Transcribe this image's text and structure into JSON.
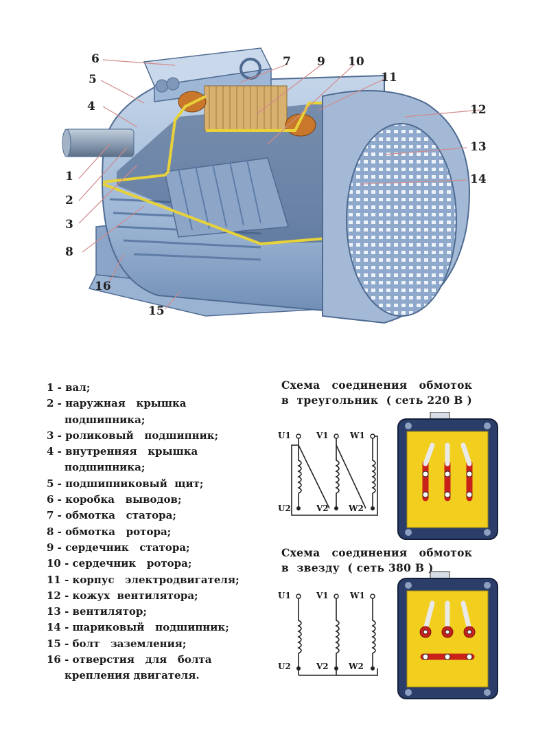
{
  "callouts": [
    "1",
    "2",
    "3",
    "4",
    "5",
    "6",
    "7",
    "8",
    "9",
    "10",
    "11",
    "12",
    "13",
    "14",
    "15",
    "16"
  ],
  "legend": [
    {
      "num": "1 - ",
      "text": "вал;"
    },
    {
      "num": "2 - ",
      "text": "наружная   крышка",
      "cont": "подшипника;"
    },
    {
      "num": "3 - ",
      "text": "роликовый   подшипник;"
    },
    {
      "num": "4 - ",
      "text": "внутренняя   крышка",
      "cont": "подшипника;"
    },
    {
      "num": "5 - ",
      "text": "подшипниковый  щит;"
    },
    {
      "num": "6 - ",
      "text": "коробка   выводов;"
    },
    {
      "num": "7 - ",
      "text": "обмотка   статора;"
    },
    {
      "num": "8 - ",
      "text": "обмотка   ротора;"
    },
    {
      "num": "9 - ",
      "text": "сердечник   статора;"
    },
    {
      "num": "10 - ",
      "text": "сердечник   ротора;"
    },
    {
      "num": "11 - ",
      "text": "корпус   электродвигателя;"
    },
    {
      "num": "12 - ",
      "text": "кожух  вентилятора;"
    },
    {
      "num": "13 - ",
      "text": "вентилятор;"
    },
    {
      "num": "14 - ",
      "text": "шариковый   подшипник;"
    },
    {
      "num": "15 - ",
      "text": "болт   заземления;"
    },
    {
      "num": "16 - ",
      "text": "отверстия   для   болта",
      "cont": "крепления   двигателя."
    }
  ],
  "delta_scheme": {
    "title_line1": "Схема   соединения   обмоток",
    "title_line2": "в  треугольник  ( сеть 220 В )"
  },
  "star_scheme": {
    "title_line1": "Схема   соединения   обмоток",
    "title_line2": "в  звезду  ( сеть 380 В )"
  },
  "terminals": {
    "u1": "U1",
    "v1": "V1",
    "w1": "W1",
    "u2": "U2",
    "v2": "V2",
    "w2": "W2"
  },
  "colors": {
    "motor_body": "#a9c1dc",
    "motor_dark": "#5d7aa0",
    "shaft": "#7a8fa8",
    "winding": "#c9772a",
    "stator_core": "#d8b070",
    "terminal_box": "#2b3e6a",
    "terminal_plate": "#f2cf1e",
    "terminal_lug": "#c8201b",
    "leader_line": "#d28a8a"
  }
}
